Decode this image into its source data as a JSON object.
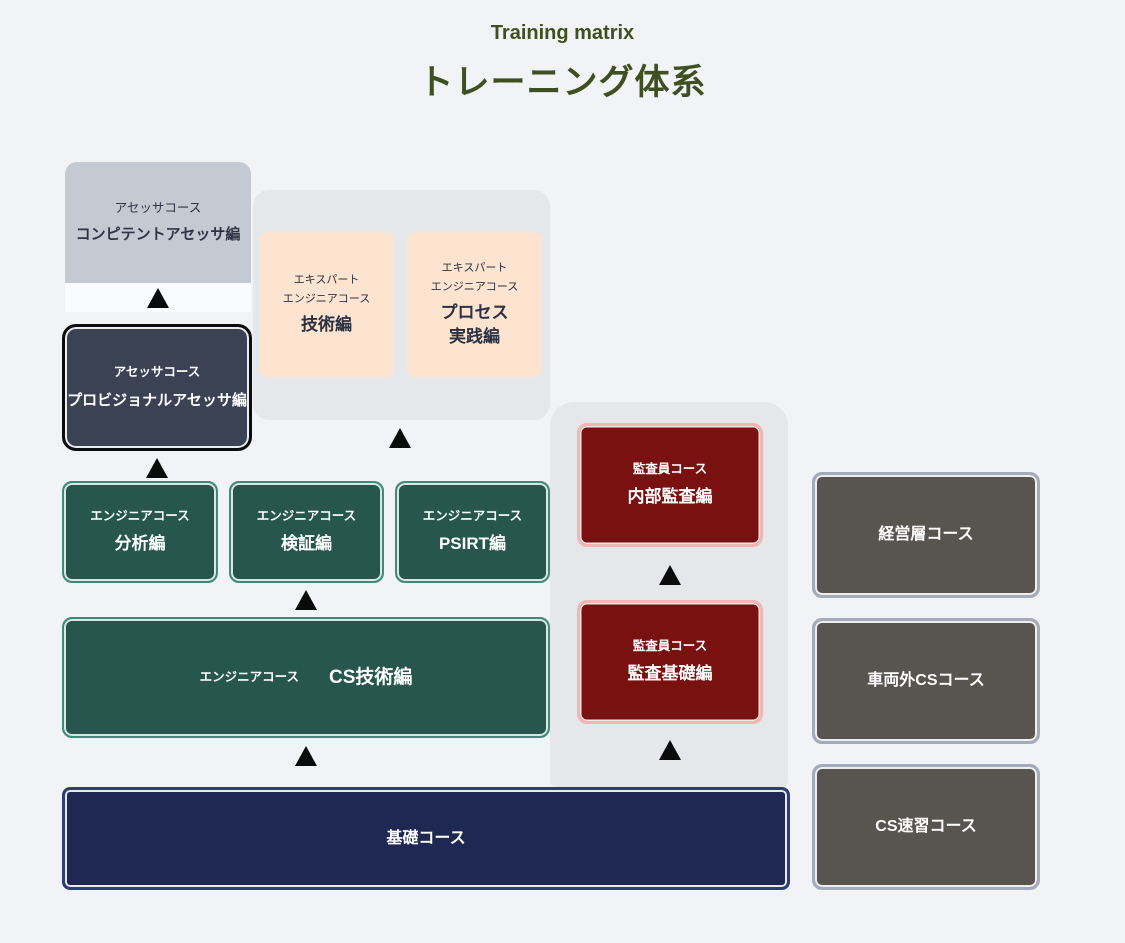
{
  "title": {
    "subtitle": "Training matrix",
    "main": "トレーニング体系"
  },
  "colors": {
    "background": "#f1f3f6",
    "title_green": "#3f4f20",
    "assessor_gray": "#c5c9d2",
    "assessor_dark": "#3b4254",
    "expert_container_gray": "#e5e7ea",
    "expert_peach": "#fce4d0",
    "engineer_teal": "#26564c",
    "engineer_teal_border": "#3f8b7a",
    "foundation_navy": "#1e2852",
    "auditor_red": "#7a1111",
    "auditor_red_border": "#f2b6b3",
    "side_gray": "#585450",
    "triangle_black": "#0b0b0b"
  },
  "courses": {
    "assessor_competent": {
      "course": "アセッサコース",
      "name": "コンピテントアセッサ編"
    },
    "assessor_provisional": {
      "course": "アセッサコース",
      "name": "プロビジョナルアセッサ編"
    },
    "expert_tech": {
      "course_line1": "エキスパート",
      "course_line2": "エンジニアコース",
      "name": "技術編"
    },
    "expert_process": {
      "course_line1": "エキスパート",
      "course_line2": "エンジニアコース",
      "name_line1": "プロセス",
      "name_line2": "実践編"
    },
    "engineer_analysis": {
      "course": "エンジニアコース",
      "name": "分析編"
    },
    "engineer_verification": {
      "course": "エンジニアコース",
      "name": "検証編"
    },
    "engineer_psirt": {
      "course": "エンジニアコース",
      "name": "PSIRT編"
    },
    "engineer_cs_tech": {
      "course": "エンジニアコース",
      "name": "CS技術編"
    },
    "auditor_internal": {
      "course": "監査員コース",
      "name": "内部監査編"
    },
    "auditor_basic": {
      "course": "監査員コース",
      "name": "監査基礎編"
    },
    "foundation": {
      "name": "基礎コース"
    },
    "management": {
      "name": "経営層コース"
    },
    "off_vehicle_cs": {
      "name": "車両外CSコース"
    },
    "cs_express": {
      "name": "CS速習コース"
    }
  }
}
